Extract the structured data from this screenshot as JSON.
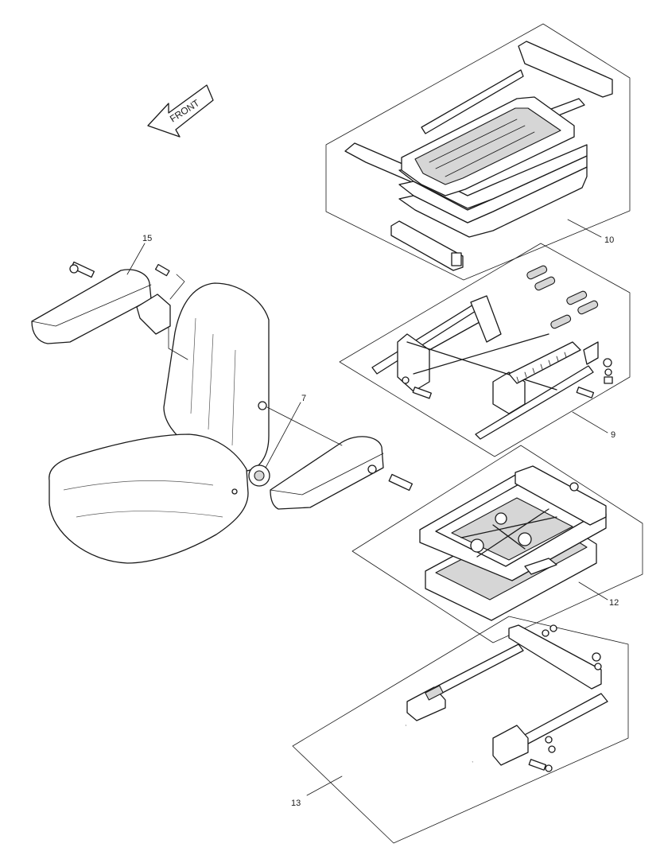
{
  "diagram": {
    "front_arrow_label": "FRONT",
    "callouts": [
      {
        "id": "15",
        "label": "15"
      },
      {
        "id": "7",
        "label": "7"
      },
      {
        "id": "10",
        "label": "10"
      },
      {
        "id": "9",
        "label": "9"
      },
      {
        "id": "12",
        "label": "12"
      },
      {
        "id": "13",
        "label": "13"
      }
    ]
  }
}
